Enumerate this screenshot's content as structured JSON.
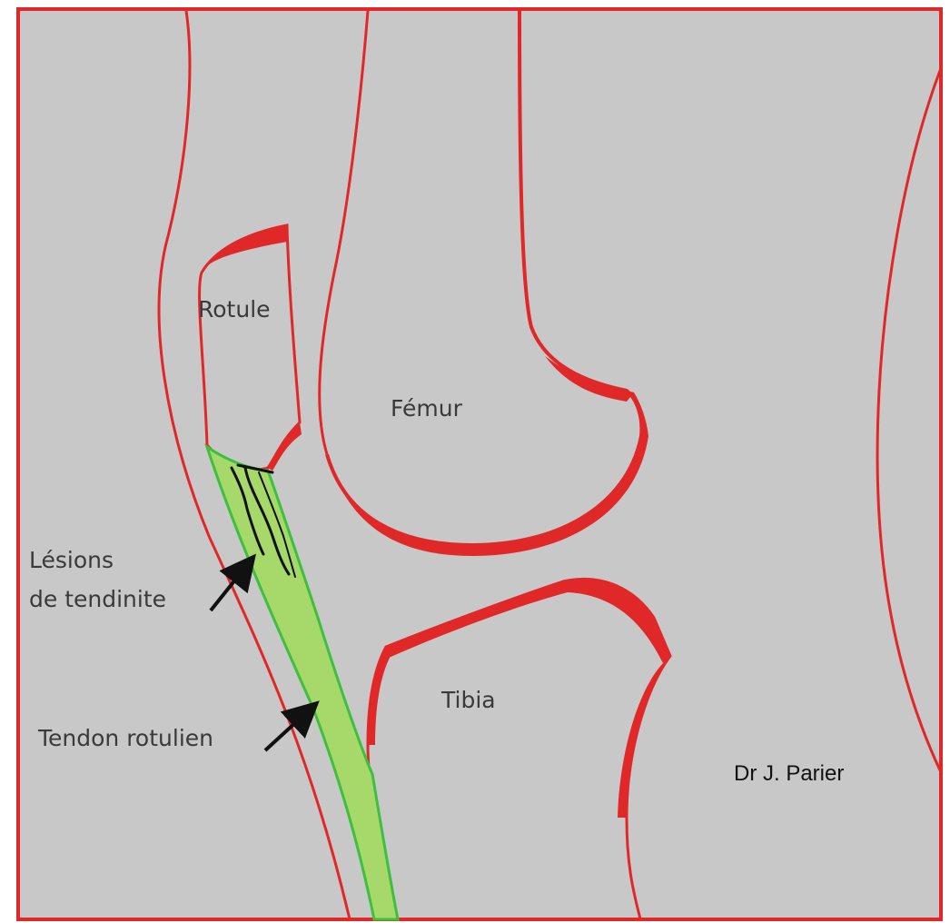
{
  "labels": {
    "rotule": "Rotule",
    "femur": "Fémur",
    "tibia": "Tibia",
    "lesions_line1": "Lésions",
    "lesions_line2": "de tendinite",
    "tendon": "Tendon rotulien"
  },
  "credit": "Dr J. Parier",
  "colors": {
    "background": "#c8c8c8",
    "outline": "#e02828",
    "tendon_fill": "#a6d96a",
    "tendon_edge": "#3fbf3f",
    "lesion": "#111111",
    "arrow": "#111111"
  }
}
